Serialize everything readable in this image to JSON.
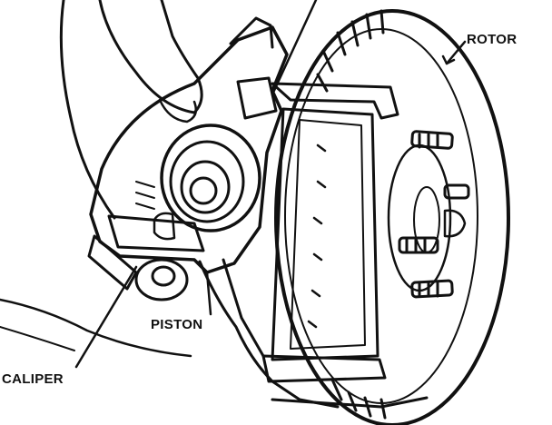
{
  "labels": {
    "rotor": "ROTOR",
    "piston": "PISTON",
    "caliper": "CALIPER"
  },
  "colors": {
    "ink": "#111111",
    "paper": "#ffffff"
  }
}
